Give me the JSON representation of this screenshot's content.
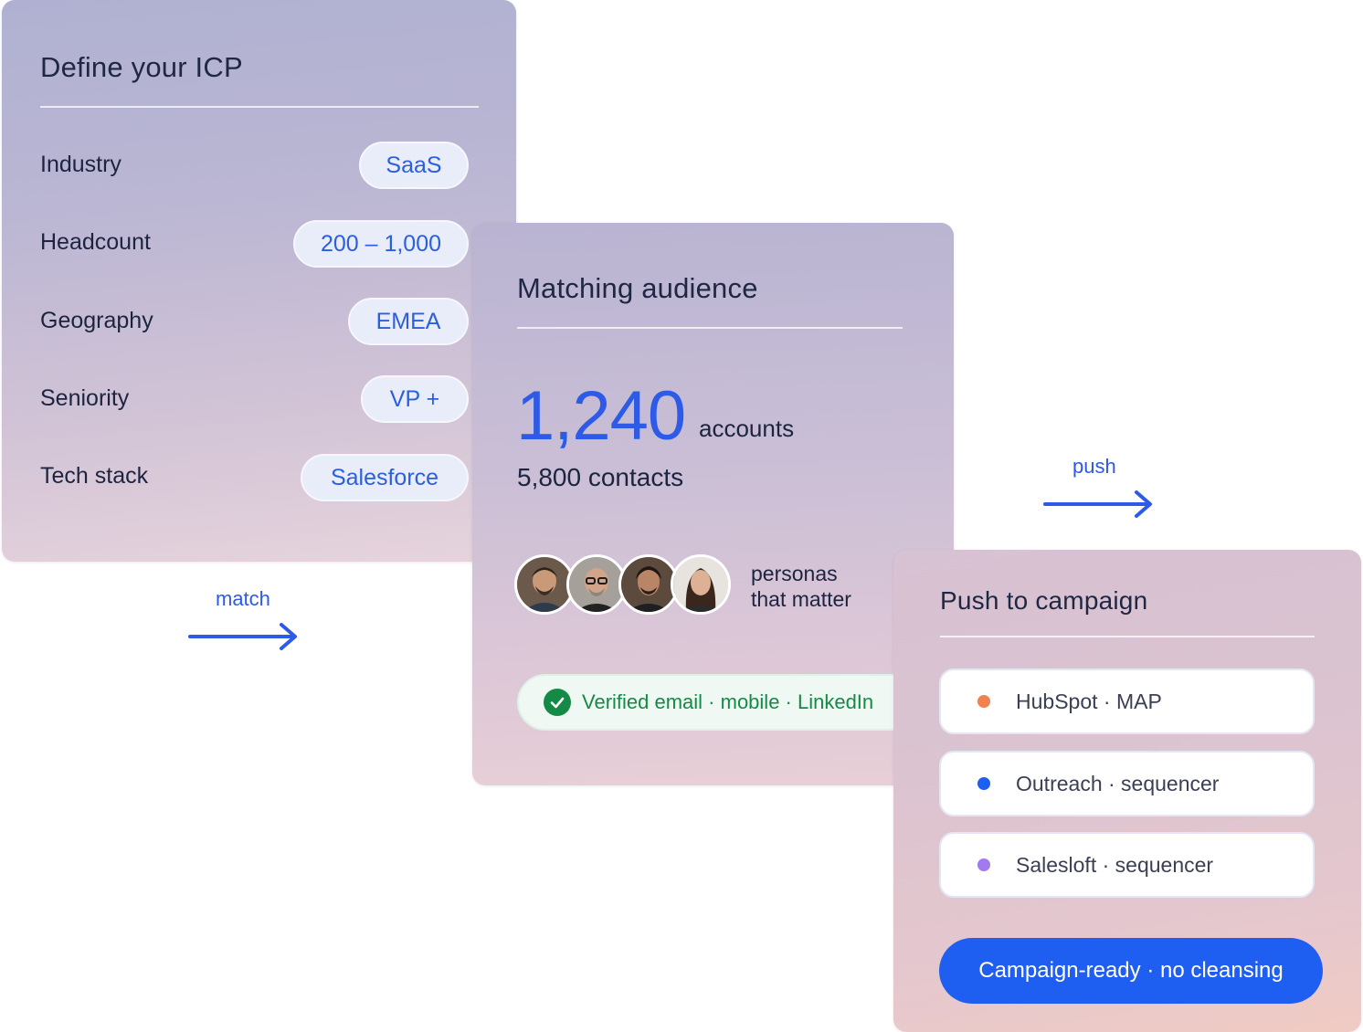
{
  "icp_card": {
    "title": "Define your ICP",
    "criteria": [
      {
        "label": "Industry",
        "value": "SaaS"
      },
      {
        "label": "Headcount",
        "value": "200 – 1,000"
      },
      {
        "label": "Geography",
        "value": "EMEA"
      },
      {
        "label": "Seniority",
        "value": "VP +"
      },
      {
        "label": "Tech stack",
        "value": "Salesforce"
      }
    ]
  },
  "flow": {
    "match_label": "match",
    "push_label": "push"
  },
  "audience_card": {
    "title": "Matching audience",
    "accounts_count": "1,240",
    "accounts_label": "accounts",
    "contacts": "5,800 contacts",
    "personas_line1": "personas",
    "personas_line2": "that matter",
    "verified": "Verified email · mobile · LinkedIn"
  },
  "push_card": {
    "title": "Push to campaign",
    "destinations": [
      {
        "label": "HubSpot · MAP",
        "color": "#f0824f"
      },
      {
        "label": "Outreach · sequencer",
        "color": "#1e5ef0"
      },
      {
        "label": "Salesloft · sequencer",
        "color": "#a17af0"
      }
    ],
    "cta": "Campaign-ready · no cleansing"
  },
  "colors": {
    "accent": "#2d5ae6",
    "verified_green": "#158a47",
    "cta_blue": "#1e5ef0"
  }
}
